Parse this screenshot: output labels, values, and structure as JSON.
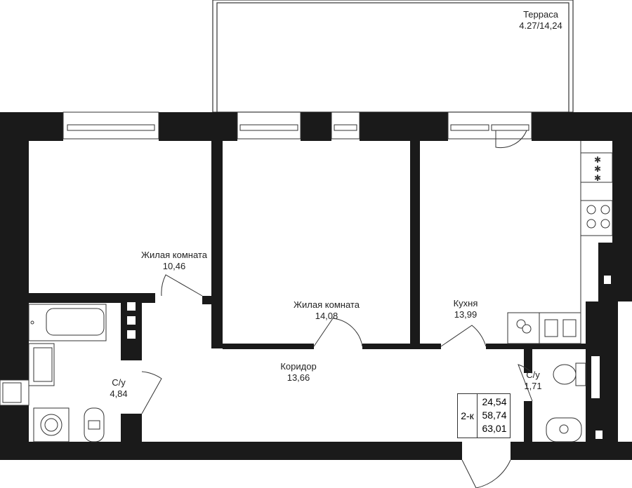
{
  "rooms": {
    "terrace": {
      "name": "Терраса",
      "area": "4.27/14,24"
    },
    "living1": {
      "name": "Жилая комната",
      "area": "10,46"
    },
    "living2": {
      "name": "Жилая комната",
      "area": "14,08"
    },
    "kitchen": {
      "name": "Кухня",
      "area": "13,99"
    },
    "corridor": {
      "name": "Коридор",
      "area": "13,66"
    },
    "bath1": {
      "name": "С/у",
      "area": "4,84"
    },
    "bath2": {
      "name": "С/у",
      "area": "1,71"
    }
  },
  "summary": {
    "type": "2-к",
    "values": [
      "24,54",
      "58,74",
      "63,01"
    ]
  },
  "colors": {
    "wall": "#1a1a1a",
    "line": "#333333",
    "background": "#ffffff"
  }
}
